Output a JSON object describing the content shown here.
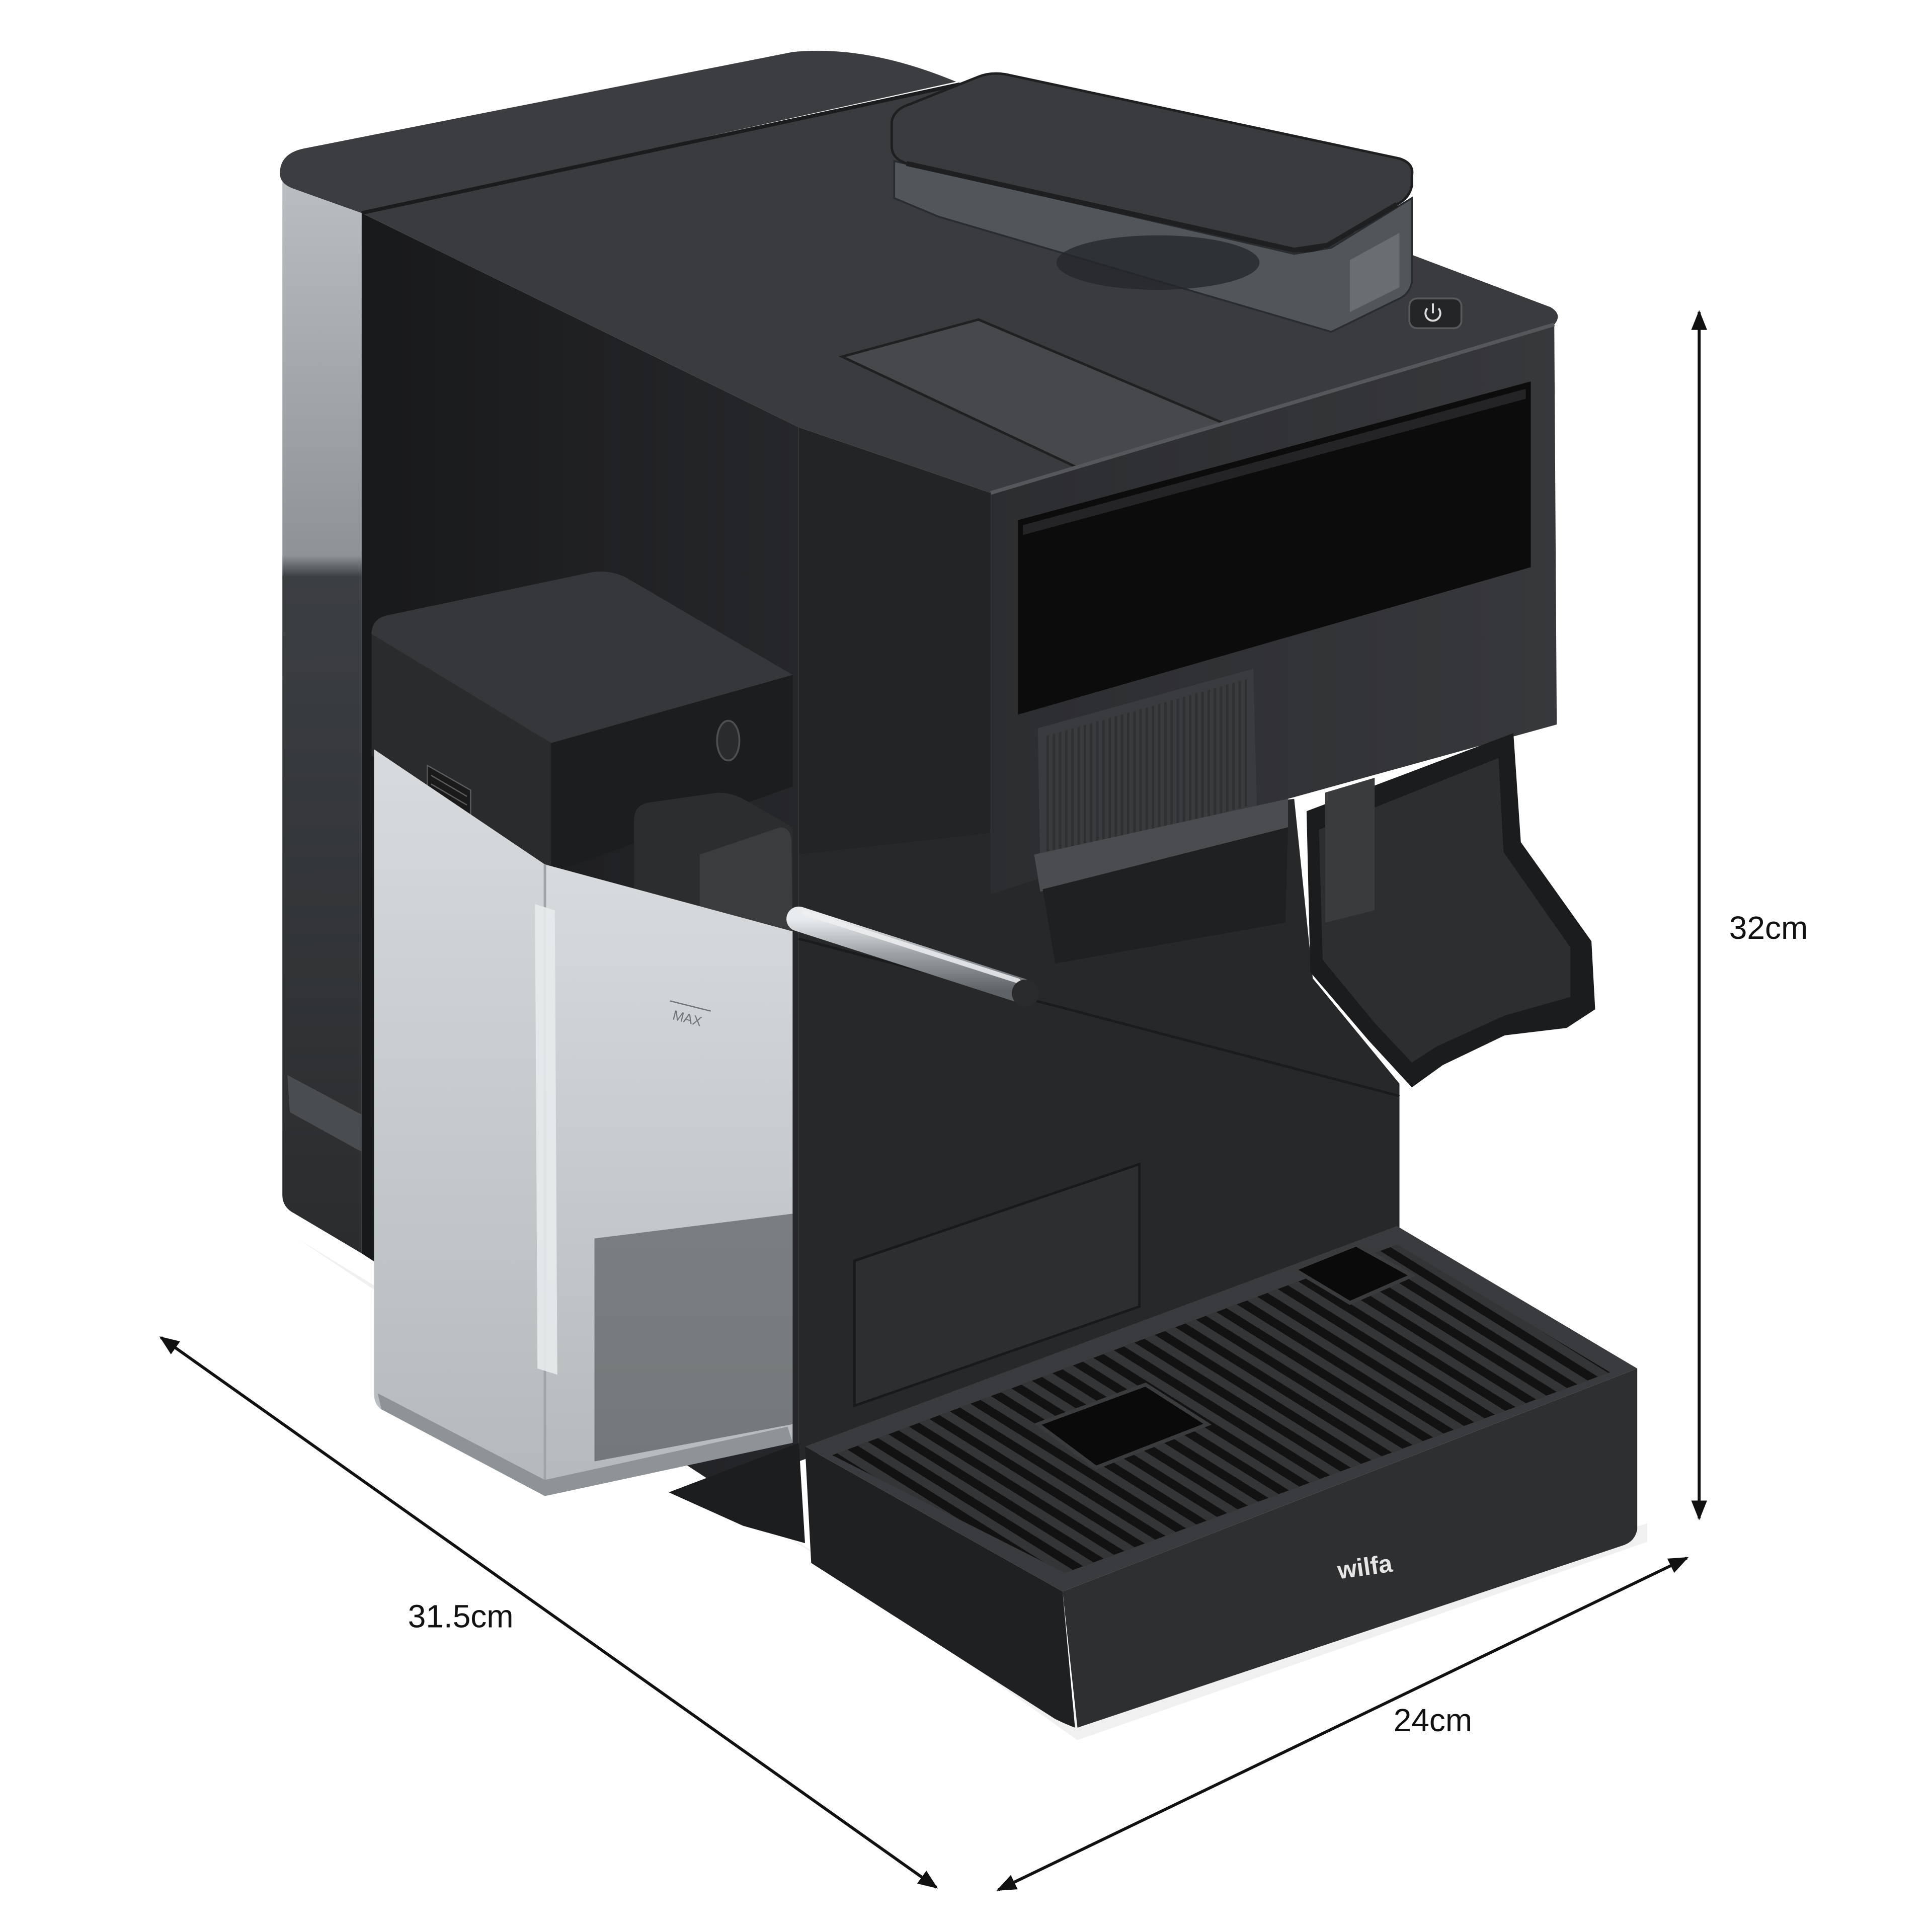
{
  "dimensions": {
    "height_label": "32cm",
    "depth_label": "31.5cm",
    "width_label": "24cm"
  },
  "product": {
    "brand_logo": "wilfa",
    "milk_jug_marking": "MAX"
  },
  "icons": {
    "power_button": "power-icon",
    "arrowhead": "arrowhead-icon"
  },
  "colors": {
    "background": "#ffffff",
    "machine_body": "#2d2e30",
    "annotation": "#111111"
  }
}
